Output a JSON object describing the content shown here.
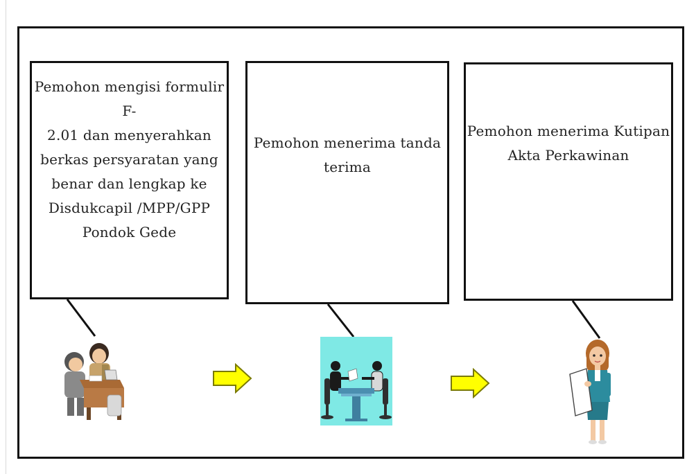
{
  "diagram": {
    "steps": [
      {
        "text": "Pemohon mengisi formulir F-\n2.01  dan menyerahkan\nberkas  persyaratan yang\nbenar dan lengkap ke\nDisdukcapil /MPP/GPP\nPondok Gede",
        "icon": "office-workers-icon"
      },
      {
        "text": "Pemohon menerima tanda\nterima",
        "icon": "meeting-table-icon"
      },
      {
        "text": "Pemohon menerima Kutipan\nAkta Perkawinan",
        "icon": "woman-holding-document-icon"
      }
    ],
    "arrow_icon": "right-arrow-icon",
    "colors": {
      "border": "#111111",
      "arrow_fill": "#ffff00",
      "arrow_stroke": "#7a7a00",
      "meeting_bg": "#7fe9e5"
    }
  }
}
